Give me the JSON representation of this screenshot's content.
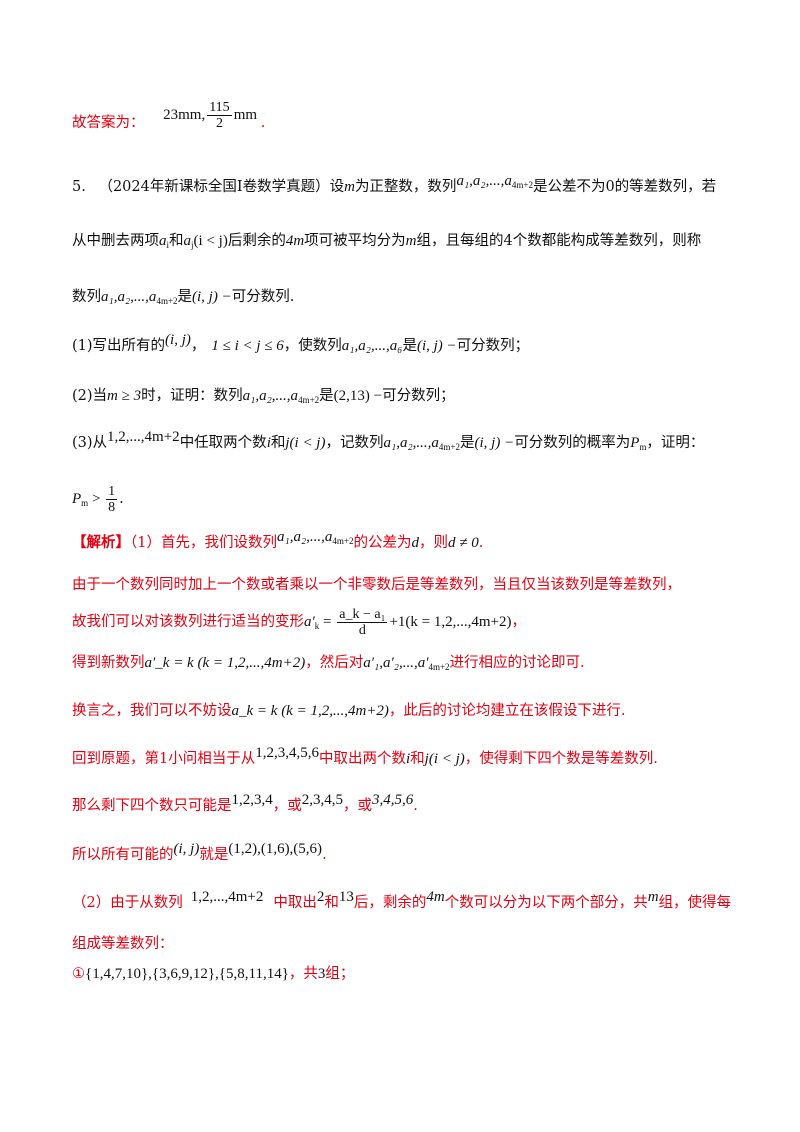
{
  "answer_line": {
    "prefix": "故答案为：",
    "value_a": "23mm,",
    "frac_num": "115",
    "frac_den": "2",
    "value_unit": "mm",
    "suffix": "."
  },
  "problem": {
    "number": "5.",
    "source": "（2024年新课标全国Ⅰ卷数学真题）设",
    "t1": "为正整数，数列",
    "t2": "是公差不为0的等差数列，若",
    "t3": "从中删去两项",
    "t4": "和",
    "t5": "后剩余的",
    "t6": "项可被平均分为",
    "t7": "组，且每组的4个数都能构成等差数列，则称",
    "t8": "数列",
    "t9": "是",
    "t10": "可分数列.",
    "q1_a": "(1)写出所有的",
    "q1_b": "，",
    "q1_c": "，使数列",
    "q1_d": "是",
    "q1_e": "可分数列；",
    "q2_a": "(2)当",
    "q2_b": "时，证明：数列",
    "q2_c": "是",
    "q2_d": "可分数列；",
    "q3_a": "(3)从",
    "q3_b": "中任取两个数",
    "q3_c": "和",
    "q3_d": "，记数列",
    "q3_e": "是",
    "q3_f": "可分数列的概率为",
    "q3_g": "，证明：",
    "q3_end": "."
  },
  "solution": {
    "tag": "【解析】",
    "s1_a": "（1）首先，我们设数列",
    "s1_b": "的公差为",
    "s1_c": "，则",
    "s1_d": ".",
    "s2": "由于一个数列同时加上一个数或者乘以一个非零数后是等差数列，当且仅当该数列是等差数列，",
    "s3_a": "故我们可以对该数列进行适当的变形",
    "s3_b": "，",
    "s4_a": "得到新数列",
    "s4_b": "，然后对",
    "s4_c": "进行相应的讨论即可.",
    "s5_a": "换言之，我们可以不妨设",
    "s5_b": "，此后的讨论均建立在该假设下进行.",
    "s6_a": "回到原题，第1小问相当于从",
    "s6_b": "中取出两个数",
    "s6_c": "和",
    "s6_d": "，使得剩下四个数是等差数列.",
    "s7_a": "那么剩下四个数只可能是",
    "s7_b": "，或",
    "s7_c": "，或",
    "s7_d": ".",
    "s8_a": "所以所有可能的",
    "s8_b": "就是",
    "s8_c": ".",
    "s9_a": "（2）由于从数列",
    "s9_b": "中取出",
    "s9_c": "和",
    "s9_d": "后，剩余的",
    "s9_e": "个数可以分为以下两个部分，共",
    "s9_f": "组，使得每",
    "s10": "组成等差数列：",
    "s11_a": "①",
    "s11_b": "，共",
    "s11_c": "组；"
  },
  "math": {
    "seq": "a₁,a₂,...,a",
    "seq_sub": "4m+2",
    "m": "m",
    "ai": "a",
    "ai_sub": "i",
    "aj": "a",
    "aj_sub": "j",
    "i_lt_j": "(i < j)",
    "four_m": "4m",
    "ij": "(i, j) −",
    "ij_plain": "(i, j)",
    "range": "1 ≤ i < j ≤ 6",
    "seq6": "a₁,a₂,...,a₆",
    "m_ge_3": "m ≥ 3",
    "pair_2_13": "(2,13) −",
    "set_4m2": "1,2,...,4m+2",
    "i": "i",
    "j_cond": "j(i < j)",
    "pm": "P",
    "pm_sub": "m",
    "pm_gt": "P",
    "pm_gt_frac_num": "1",
    "pm_gt_frac_den": "8",
    "d": "d",
    "d_ne_0": "d ≠ 0",
    "ak_prime_lhs": "a′",
    "ak_prime_sub": "k",
    "ak_eq": " = ",
    "ak_frac_num": "a_k − a₁",
    "ak_frac_den": "d",
    "ak_tail": "+1(k = 1,2,...,4m+2)",
    "new_seq": "a′_k = k (k = 1,2,...,4m+2)",
    "prime_seq": "a′₁,a′₂,...,a′",
    "prime_seq_sub": "4m+2",
    "ak_k": "a_k = k (k = 1,2,...,4m+2)",
    "set6": "1,2,3,4,5,6",
    "c1": "1,2,3,4",
    "c2": "2,3,4,5",
    "c3": "3,4,5,6",
    "pairs": "(1,2),(1,6),(5,6)",
    "two": "2",
    "thirteen": "13",
    "groups": "{1,4,7,10},{3,6,9,12},{5,8,11,14}",
    "three": "3"
  }
}
